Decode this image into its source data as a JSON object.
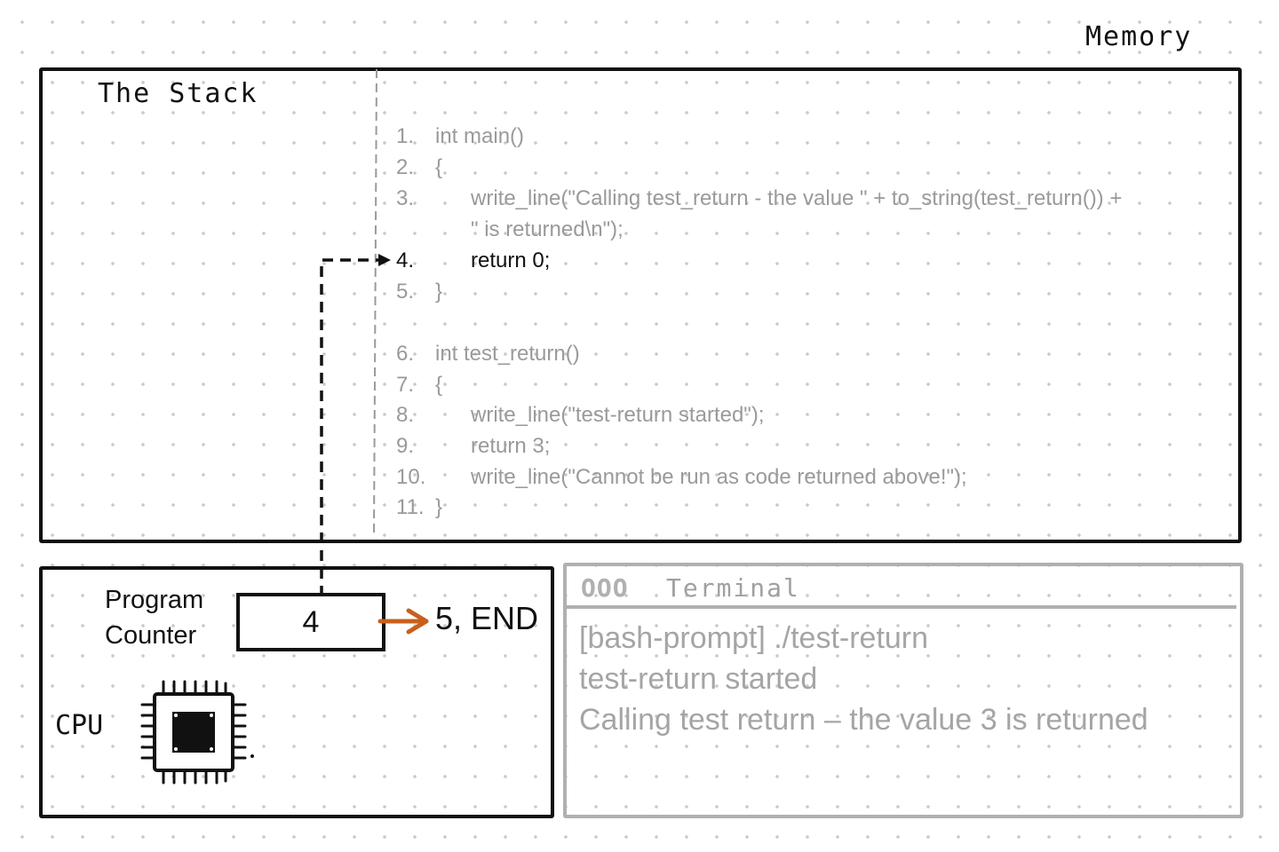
{
  "memory": {
    "label": "Memory"
  },
  "stack": {
    "title": "The Stack",
    "lines": [
      {
        "num": "1.",
        "text": "int main()",
        "indent": false,
        "active": false
      },
      {
        "num": "2.",
        "text": "{",
        "indent": false,
        "active": false
      },
      {
        "num": "3.",
        "text": "write_line(\"Calling test_return - the value \" + to_string(test_return()) +",
        "indent": true,
        "active": false
      },
      {
        "num": "",
        "text": "\" is returned\\n\");",
        "indent": true,
        "active": false
      },
      {
        "num": "4.",
        "text": "return 0;",
        "indent": true,
        "active": true
      },
      {
        "num": "5.",
        "text": "}",
        "indent": false,
        "active": false
      },
      {
        "num": "6.",
        "text": "int test_return()",
        "indent": false,
        "active": false
      },
      {
        "num": "7.",
        "text": "{",
        "indent": false,
        "active": false
      },
      {
        "num": "8.",
        "text": "write_line(\"test-return started\");",
        "indent": true,
        "active": false
      },
      {
        "num": "9.",
        "text": "return 3;",
        "indent": true,
        "active": false
      },
      {
        "num": "10.",
        "text": "write_line(\"Cannot be run as code returned above!\");",
        "indent": true,
        "active": false
      },
      {
        "num": "11.",
        "text": "}",
        "indent": false,
        "active": false
      }
    ]
  },
  "cpu": {
    "label": "CPU",
    "program_counter": {
      "label_line1": "Program",
      "label_line2": "Counter",
      "value": "4",
      "next": "5, END"
    }
  },
  "terminal": {
    "dots": "OOO",
    "title": "Terminal",
    "lines": [
      "[bash-prompt] ./test-return",
      "test-return started",
      "Calling test return – the value 3 is returned"
    ]
  },
  "colors": {
    "ink": "#111111",
    "muted_code": "#9a9a9a",
    "terminal_text": "#a5a5a5",
    "arrow_accent": "#c8601c"
  }
}
